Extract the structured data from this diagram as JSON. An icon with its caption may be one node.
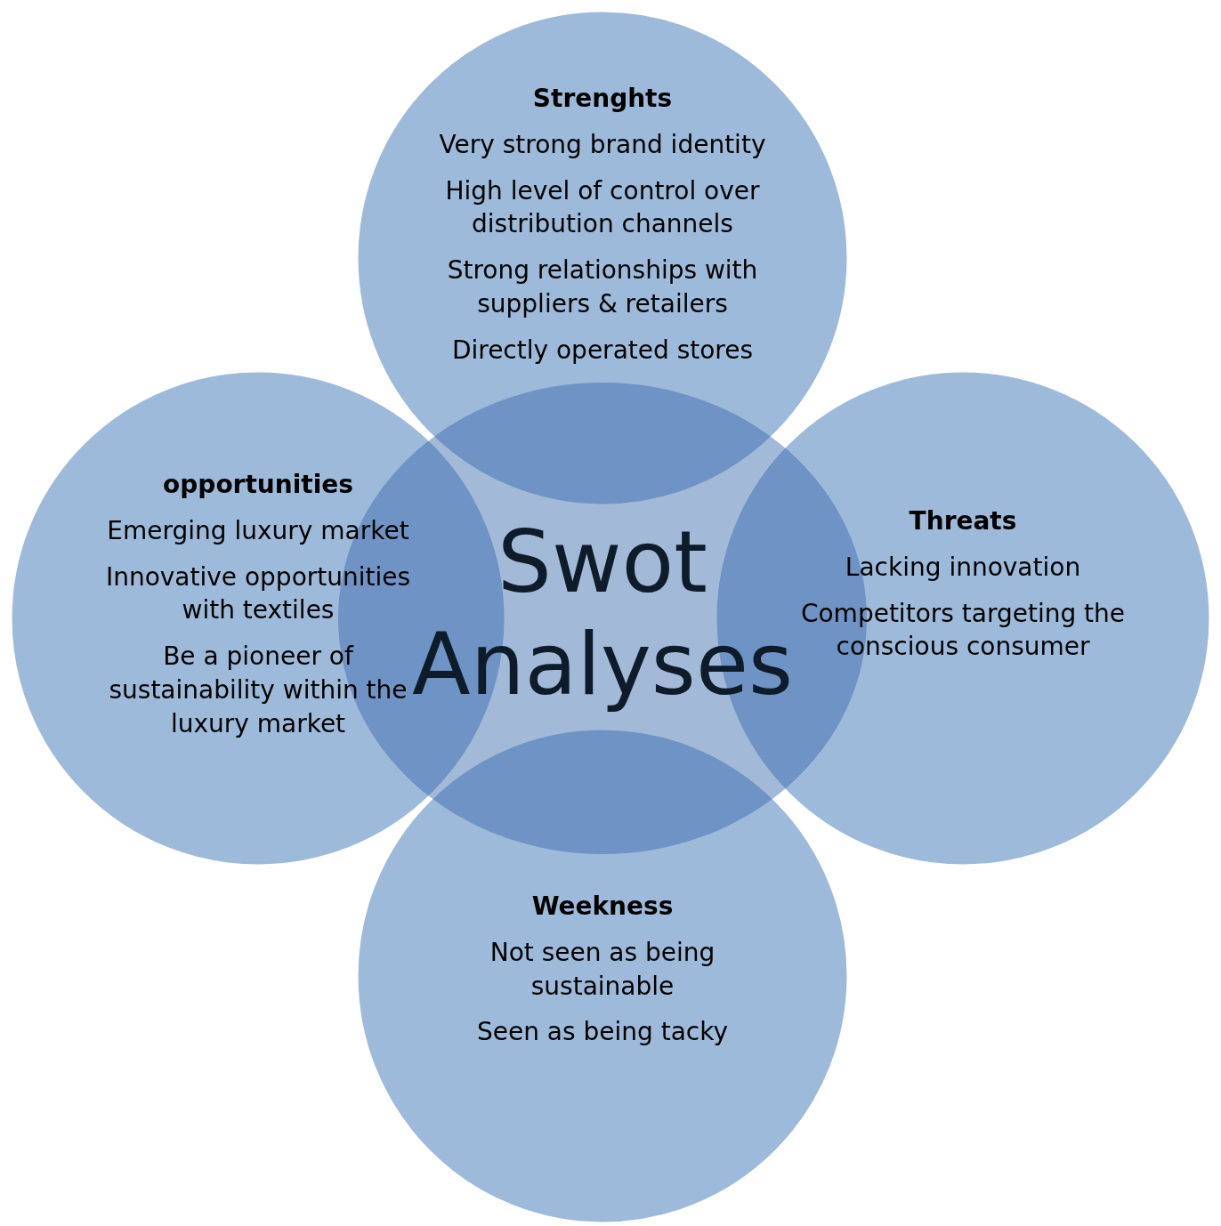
{
  "diagram": {
    "nodes": [
      {
        "text": [
          "Strenghts",
          "Very strong brand identity",
          "High level of control over distribution channels",
          "Strong relationships with suppliers & retailers",
          "Directly operated stores"
        ]
      },
      {
        "text": [
          "opportunities",
          "Emerging luxury market",
          "Innovative opportunities with textiles",
          "Be a pioneer of sustainability within the luxury market"
        ]
      },
      {
        "text": [
          "Swot Analyses"
        ]
      },
      {
        "text": [
          "Threats",
          "Lacking innovation",
          "Competitors targeting the conscious consumer"
        ]
      },
      {
        "text": [
          "Weekness",
          "Not seen as being sustainable",
          "Seen as being tacky"
        ]
      }
    ]
  }
}
